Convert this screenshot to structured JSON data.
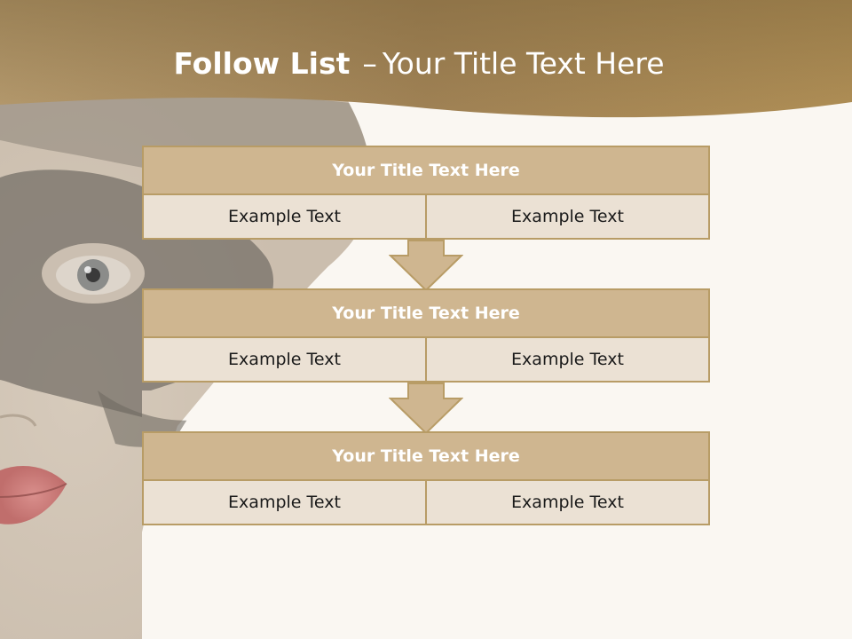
{
  "slide": {
    "title_bold": "Follow List",
    "title_sep": "–",
    "title_rest": "Your Title Text Here"
  },
  "colors": {
    "header_band": "#a8895a",
    "box_header": "#cfb690",
    "box_cell": "#ebe1d4",
    "border": "#b89c66",
    "background": "#faf7f2"
  },
  "blocks": [
    {
      "title": "Your Title Text Here",
      "cells": [
        "Example Text",
        "Example Text"
      ]
    },
    {
      "title": "Your Title Text Here",
      "cells": [
        "Example Text",
        "Example Text"
      ]
    },
    {
      "title": "Your Title Text Here",
      "cells": [
        "Example Text",
        "Example Text"
      ]
    }
  ],
  "icons": {
    "connector": "down-arrow-icon",
    "photo": "masked-woman-photo"
  }
}
